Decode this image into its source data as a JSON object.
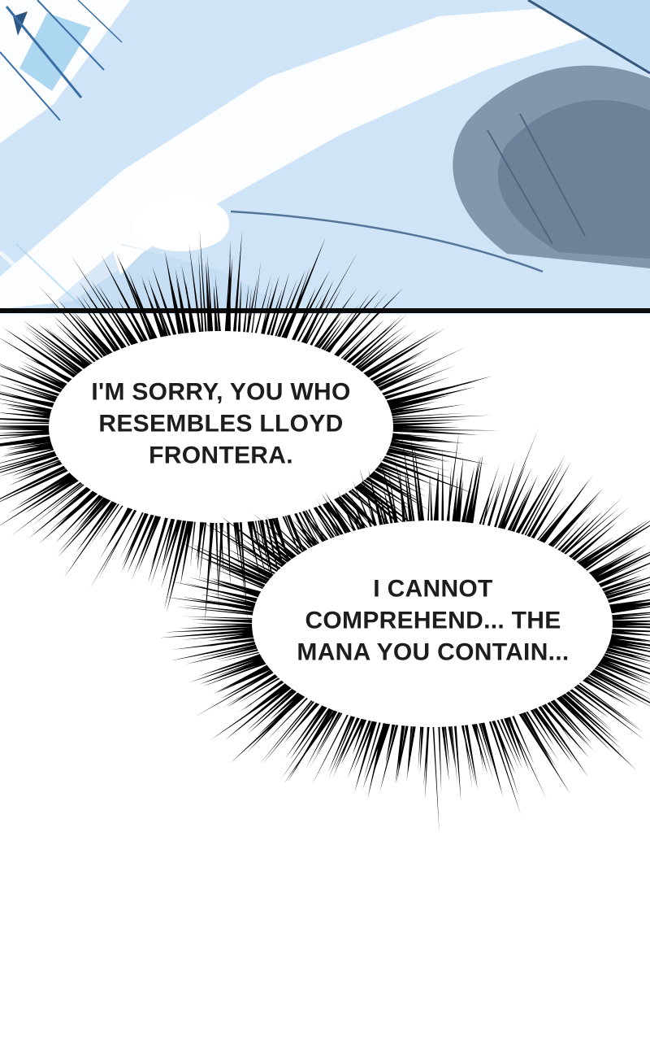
{
  "palette": {
    "art_base": "#cfe5f7",
    "art_white": "#fbfdff",
    "art_wedge": "#bcdaf2",
    "art_shadow": "#8296ac",
    "art_shadow_dark": "#6d8199",
    "art_line": "#37597e",
    "art_streak": "#3c6fa6",
    "art_cyan": "#9fd0ef",
    "ink": "#000000",
    "text": "#1d1d1d",
    "bubble_fill": "#ffffff"
  },
  "bubbles": [
    {
      "lines": [
        "I'M SORRY, YOU WHO",
        "RESEMBLES LLOYD",
        "FRONTERA."
      ]
    },
    {
      "lines": [
        "I CANNOT",
        "COMPREHEND... THE",
        "MANA YOU CONTAIN..."
      ]
    }
  ]
}
